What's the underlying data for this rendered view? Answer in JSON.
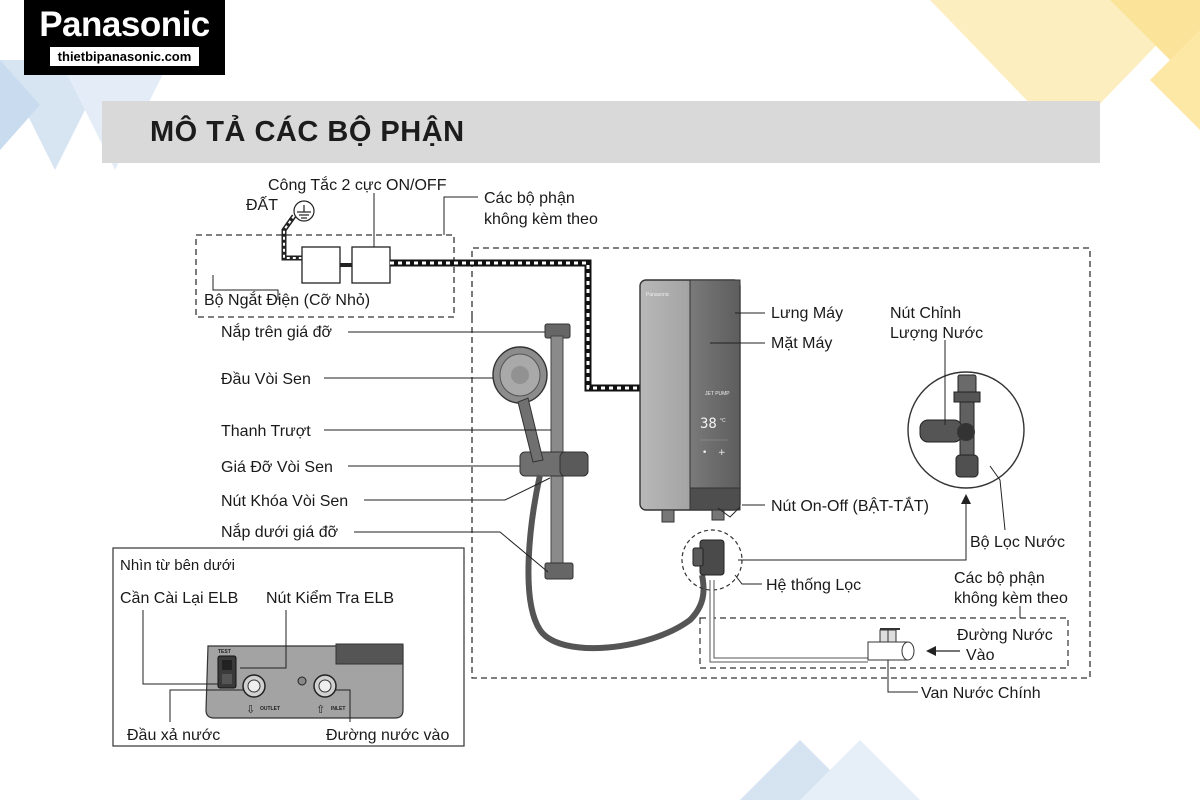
{
  "brand": {
    "logo_text": "Panasonic",
    "website": "thietbipanasonic.com"
  },
  "title": "MÔ TẢ CÁC BỘ PHẬN",
  "colors": {
    "title_bar": "#d9d9d9",
    "deco_blue": "#c9dcef",
    "deco_yellow": "#fde8a6",
    "heater_body": "#a7a7a7",
    "heater_front": "#6d6d6d"
  },
  "labels": {
    "switch": "Công Tắc 2 cực ON/OFF",
    "ground": "ĐẤT",
    "not_included_top_1": "Các bộ phận",
    "not_included_top_2": "không kèm theo",
    "breaker": "Bộ Ngắt Điện (Cỡ Nhỏ)",
    "rail_top_cap": "Nắp trên giá đỡ",
    "shower_head": "Đầu Vòi Sen",
    "slide_bar": "Thanh Trượt",
    "shower_holder": "Giá Đỡ Vòi Sen",
    "shower_lock": "Nút Khóa Vòi Sen",
    "rail_bottom_cap": "Nắp dưới giá đỡ",
    "back_cover": "Lưng Máy",
    "front_panel": "Mặt Máy",
    "flow_knob_1": "Nút Chỉnh",
    "flow_knob_2": "Lượng Nước",
    "on_off_button": "Nút On-Off (BẬT-TẮT)",
    "water_filter": "Bộ Lọc Nước",
    "filter_system": "Hệ thống Lọc",
    "not_included_bottom_1": "Các bộ phận",
    "not_included_bottom_2": "không kèm theo",
    "water_inlet_1": "Đường Nước",
    "water_inlet_2": "Vào",
    "main_valve": "Van Nước Chính"
  },
  "inset": {
    "title": "Nhìn từ bên dưới",
    "elb_reset": "Cần Cài Lại ELB",
    "elb_test": "Nút Kiểm Tra ELB",
    "outlet_label": "Đầu xả nước",
    "inlet_label": "Đường nước vào",
    "outlet_marking": "OUTLET",
    "inlet_marking": "INLET",
    "test_marking": "TEST"
  },
  "heater_display": {
    "brand": "Panasonic",
    "jet_pump": "JET PUMP",
    "temperature": "38",
    "unit": "°C"
  }
}
